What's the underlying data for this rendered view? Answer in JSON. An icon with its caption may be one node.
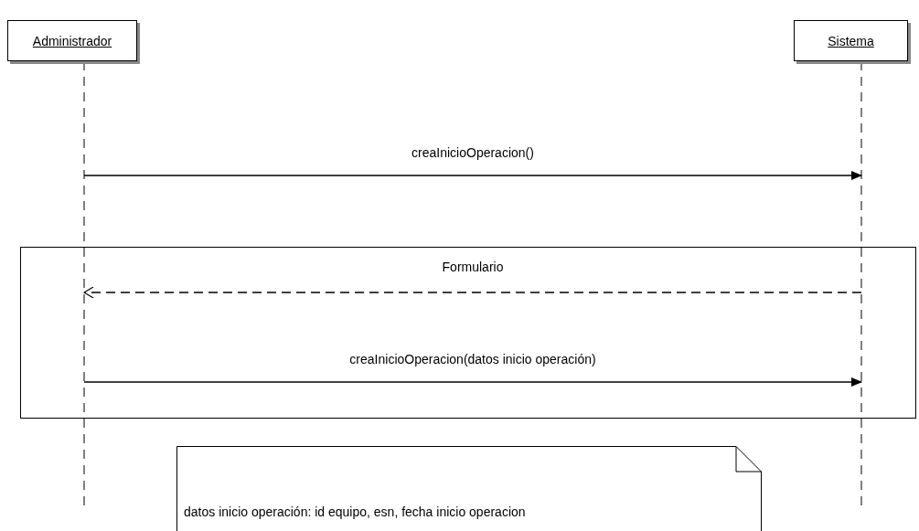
{
  "diagram": {
    "nodes": [
      {
        "text": [
          "Administrador"
        ]
      },
      {
        "text": [
          "Sistema"
        ]
      },
      {
        "text": [
          "datos inicio operación: id equipo, esn, fecha inicio operacion"
        ]
      }
    ],
    "edges": [
      {
        "from": 0,
        "to": 1,
        "arrow": "to",
        "label": "creaInicioOperacion()"
      },
      {
        "from": 1,
        "to": 0,
        "arrow": "to",
        "label": "Formulario",
        "style": "dashed"
      },
      {
        "from": 0,
        "to": 1,
        "arrow": "to",
        "label": "creaInicioOperacion(datos inicio operación)"
      }
    ]
  }
}
